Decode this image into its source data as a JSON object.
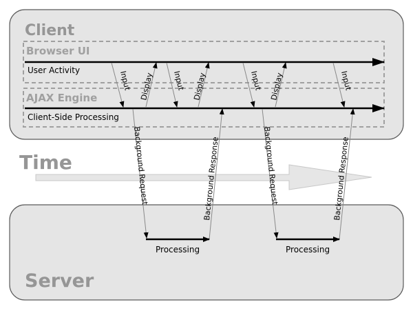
{
  "client": {
    "title": "Client"
  },
  "browser_ui": {
    "title": "Browser UI",
    "lane_label": "User Activity"
  },
  "ajax_engine": {
    "title": "AJAX Engine",
    "lane_label": "Client-Side Processing"
  },
  "time": {
    "label": "Time"
  },
  "server": {
    "title": "Server"
  },
  "interactions": {
    "input": "Input",
    "display": "Display",
    "background_request": "Background Request",
    "background_response": "Background Response",
    "processing": "Processing"
  },
  "colors": {
    "box_fill": "#e5e5e5",
    "box_stroke": "#5a5a5a",
    "dash_stroke": "#a0a0a0",
    "title_gray": "#969696",
    "time_arrow_fill": "#e6e6e6"
  }
}
